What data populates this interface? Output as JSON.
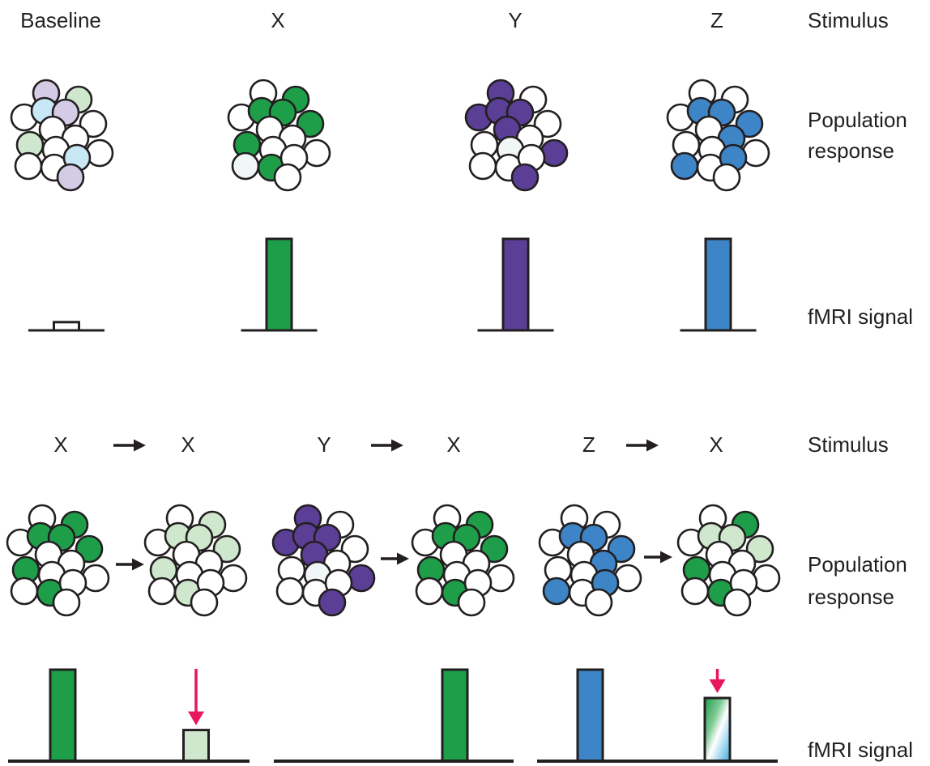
{
  "colors": {
    "white": "#ffffff",
    "green": "#1f9e4a",
    "purple": "#5b3e96",
    "blue": "#3d85c6",
    "light-purple": "#d4cbe6",
    "light-blue": "#c9e8f6",
    "light-green": "#cfe8cd",
    "pale": "#f1f6f6",
    "signal-arrow": "#e8175d",
    "ink": "#231f20"
  },
  "top": {
    "row_labels": {
      "stimulus": "Stimulus",
      "population_line1": "Population",
      "population_line2": "response",
      "fmri": "fMRI signal"
    },
    "columns": [
      {
        "stimulus": "Baseline",
        "neurons": [
          "light-purple",
          "light-green",
          "white",
          "light-blue",
          "light-purple",
          "white",
          "white",
          "white",
          "light-green",
          "white",
          "white",
          "white",
          "white",
          "light-blue",
          "light-purple"
        ],
        "fmri_bar": {
          "value": 0.09,
          "color": "white"
        }
      },
      {
        "stimulus": "X",
        "neurons": [
          "white",
          "green",
          "white",
          "green",
          "green",
          "green",
          "white",
          "white",
          "green",
          "white",
          "white",
          "pale",
          "green",
          "white",
          "white"
        ],
        "fmri_bar": {
          "value": 1,
          "color": "green"
        }
      },
      {
        "stimulus": "Y",
        "neurons": [
          "purple",
          "white",
          "purple",
          "purple",
          "purple",
          "white",
          "purple",
          "white",
          "white",
          "pale",
          "purple",
          "white",
          "white",
          "white",
          "purple"
        ],
        "fmri_bar": {
          "value": 1,
          "color": "purple"
        }
      },
      {
        "stimulus": "Z",
        "neurons": [
          "white",
          "white",
          "white",
          "blue",
          "blue",
          "blue",
          "white",
          "blue",
          "white",
          "white",
          "white",
          "blue",
          "white",
          "blue",
          "white"
        ],
        "fmri_bar": {
          "value": 1,
          "color": "blue"
        }
      }
    ]
  },
  "bottom": {
    "row_labels": {
      "stimulus": "Stimulus",
      "population_line1": "Population",
      "population_line2": "response",
      "fmri": "fMRI signal"
    },
    "sequences": [
      {
        "first": "X",
        "second": "X",
        "first_neurons": [
          "white",
          "green",
          "white",
          "green",
          "green",
          "green",
          "white",
          "white",
          "green",
          "white",
          "white",
          "white",
          "green",
          "white",
          "white"
        ],
        "second_neurons": [
          "white",
          "light-green",
          "white",
          "light-green",
          "light-green",
          "light-green",
          "white",
          "white",
          "light-green",
          "white",
          "white",
          "white",
          "light-green",
          "white",
          "white"
        ],
        "first_bar": {
          "value": 1,
          "color": "green"
        },
        "second_bar": {
          "value": 0.34,
          "color": "light-green",
          "adaptation_arrow": true
        }
      },
      {
        "first": "Y",
        "second": "X",
        "first_neurons": [
          "purple",
          "white",
          "purple",
          "purple",
          "purple",
          "white",
          "purple",
          "white",
          "white",
          "pale",
          "purple",
          "white",
          "white",
          "white",
          "purple"
        ],
        "second_neurons": [
          "white",
          "green",
          "white",
          "green",
          "green",
          "green",
          "white",
          "white",
          "green",
          "white",
          "white",
          "white",
          "green",
          "white",
          "white"
        ],
        "first_bar": null,
        "second_bar": {
          "value": 1,
          "color": "green",
          "adaptation_arrow": false
        }
      },
      {
        "first": "Z",
        "second": "X",
        "first_neurons": [
          "white",
          "white",
          "white",
          "blue",
          "blue",
          "blue",
          "white",
          "blue",
          "white",
          "white",
          "white",
          "blue",
          "white",
          "blue",
          "white"
        ],
        "second_neurons": [
          "white",
          "green",
          "white",
          "light-green",
          "light-green",
          "light-green",
          "white",
          "white",
          "green",
          "white",
          "white",
          "white",
          "green",
          "white",
          "white"
        ],
        "first_bar": {
          "value": 1,
          "color": "blue"
        },
        "second_bar": {
          "value": 0.69,
          "color": "gradient",
          "adaptation_arrow": true
        }
      }
    ]
  }
}
